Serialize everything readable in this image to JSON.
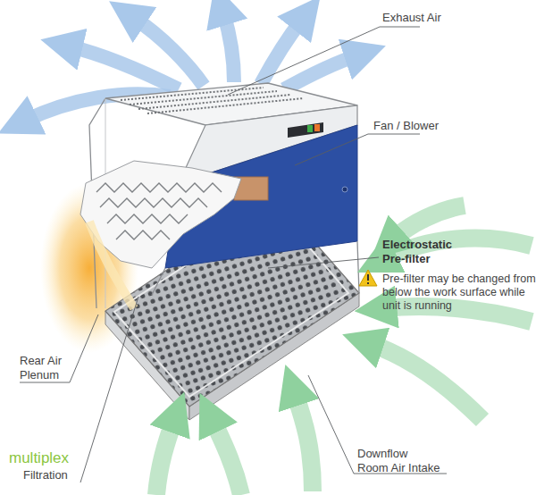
{
  "diagram": {
    "labels": [
      "Exhaust Air",
      "Fan / Blower",
      "Electrostatic Pre-filter",
      "Pre-filter may be changed from below the work surface while unit is running",
      "Rear Air Plenum",
      "multiplex",
      "Filtration",
      "Downflow Room Air Intake"
    ]
  }
}
